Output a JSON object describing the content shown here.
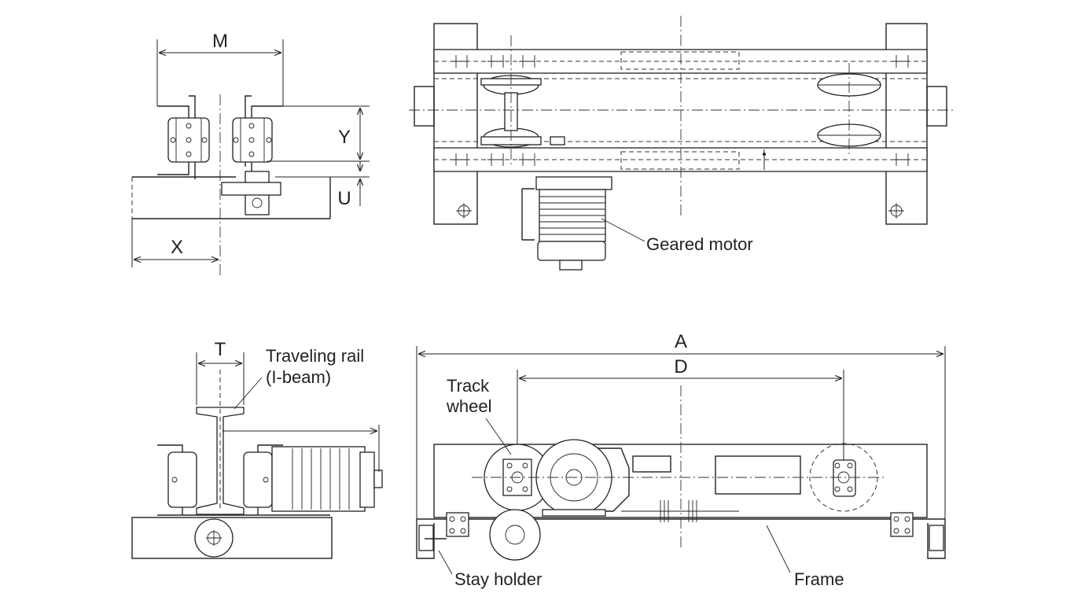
{
  "dimensions": {
    "M": "M",
    "Y": "Y",
    "U": "U",
    "X": "X",
    "T": "T",
    "A": "A",
    "D": "D"
  },
  "labels": {
    "geared_motor": "Geared motor",
    "traveling_rail_line1": "Traveling rail",
    "traveling_rail_line2": "(I-beam)",
    "track_wheel_line1": "Track",
    "track_wheel_line2": "wheel",
    "stay_holder": "Stay holder",
    "frame": "Frame"
  },
  "colors": {
    "line": "#222222",
    "background": "#ffffff"
  }
}
